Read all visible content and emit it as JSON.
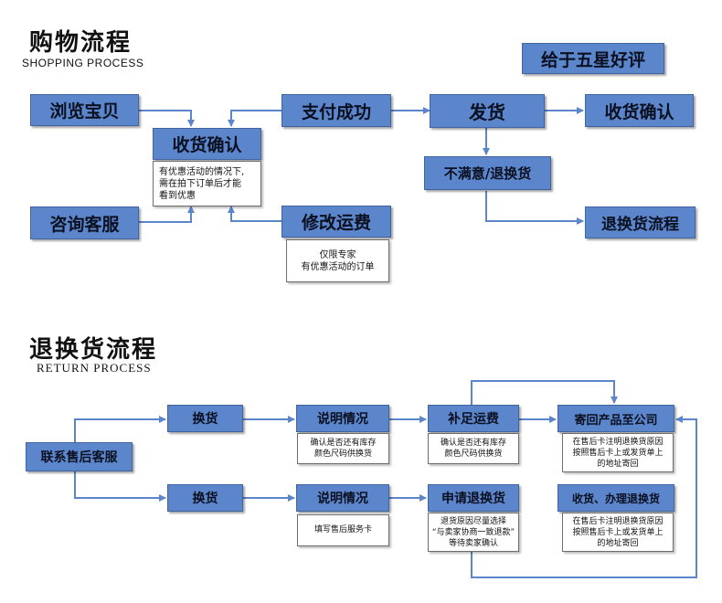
{
  "sections": {
    "shopping": {
      "title": "购物流程",
      "subtitle": "SHOPPING PROCESS"
    },
    "return": {
      "title": "退换货流程",
      "subtitle": "RETURN PROCESS"
    }
  },
  "badge": "给于五星好评",
  "shopping_steps": {
    "browse": "浏览宝贝",
    "consult": "咨询客服",
    "confirm_receipt_left": "收货确认",
    "payment_success": "支付成功",
    "modify_freight": "修改运费",
    "ship": "发货",
    "confirm_receipt_right": "收货确认",
    "dissatisfied": "不满意/退换货",
    "return_process": "退换货流程"
  },
  "shopping_notes": {
    "discount_lines": [
      "有优惠活动的情况下,",
      "需在拍下订单后才能",
      "看到优惠"
    ],
    "exclusive_lines": [
      "仅限专家",
      "有优惠活动的订单"
    ]
  },
  "return_steps": {
    "contact_service": "联系售后客服",
    "exchange_top": "换货",
    "exchange_bottom": "换货",
    "explain_top": "说明情况",
    "explain_bottom": "说明情况",
    "pay_shipping": "补足运费",
    "send_back": "寄回产品至公司",
    "apply_return": "申请退换货",
    "receive_handle": "收货、办理退换货"
  },
  "return_notes": {
    "stock_check_1": [
      "确认是否还有库存",
      "颜色尺码供换货"
    ],
    "stock_check_2": [
      "确认是否还有库存",
      "颜色尺码供换货"
    ],
    "aftersale_card": [
      "填写售后服务卡"
    ],
    "return_reason": [
      "退货原因尽量选择",
      "“与卖家协商一致退款”",
      "等待卖家确认"
    ],
    "address_note_top": [
      "在售后卡注明退换货原因",
      "按照售后卡上或发货单上",
      "的地址寄回"
    ],
    "address_note_bottom": [
      "在售后卡注明退换货原因",
      "按照售后卡上或发货单上",
      "的地址寄回"
    ]
  },
  "colors": {
    "box_fill": "#5b86cc",
    "box_border": "#41649e",
    "arrow": "#5b86cc"
  }
}
